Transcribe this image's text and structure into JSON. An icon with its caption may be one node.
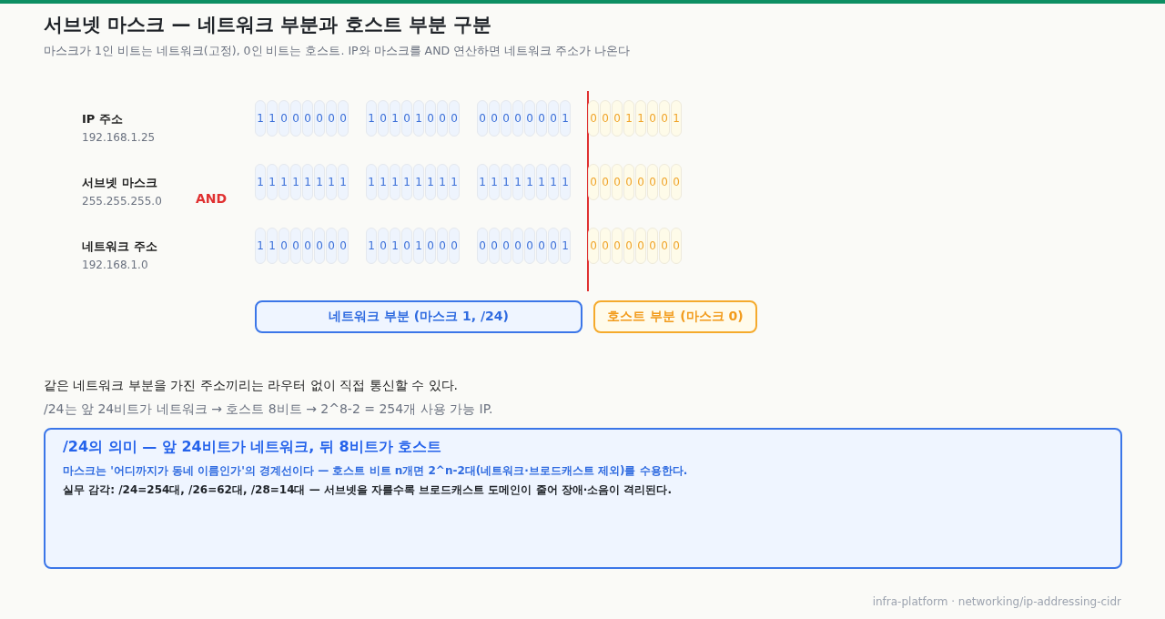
{
  "diagram": {
    "title": "서브넷 마스크 — 네트워크 부분과 호스트 부분 구분",
    "nodes": [
      {
        "text": [
          "1"
        ]
      },
      {
        "text": [
          "1"
        ]
      },
      {
        "text": [
          "0"
        ]
      },
      {
        "text": [
          "0"
        ]
      },
      {
        "text": [
          "0"
        ]
      },
      {
        "text": [
          "0"
        ]
      },
      {
        "text": [
          "0"
        ]
      },
      {
        "text": [
          "0"
        ]
      },
      {
        "text": [
          "1"
        ]
      },
      {
        "text": [
          "0"
        ]
      },
      {
        "text": [
          "1"
        ]
      },
      {
        "text": [
          "0"
        ]
      },
      {
        "text": [
          "1"
        ]
      },
      {
        "text": [
          "0"
        ]
      },
      {
        "text": [
          "0"
        ]
      },
      {
        "text": [
          "0"
        ]
      },
      {
        "text": [
          "0"
        ]
      },
      {
        "text": [
          "0"
        ]
      },
      {
        "text": [
          "0"
        ]
      },
      {
        "text": [
          "0"
        ]
      },
      {
        "text": [
          "0"
        ]
      },
      {
        "text": [
          "0"
        ]
      },
      {
        "text": [
          "0"
        ]
      },
      {
        "text": [
          "1"
        ]
      },
      {
        "text": [
          "0"
        ]
      },
      {
        "text": [
          "0"
        ]
      },
      {
        "text": [
          "0"
        ]
      },
      {
        "text": [
          "1"
        ]
      },
      {
        "text": [
          "1"
        ]
      },
      {
        "text": [
          "0"
        ]
      },
      {
        "text": [
          "0"
        ]
      },
      {
        "text": [
          "1"
        ]
      },
      {
        "text": [
          "1"
        ]
      },
      {
        "text": [
          "1"
        ]
      },
      {
        "text": [
          "1"
        ]
      },
      {
        "text": [
          "1"
        ]
      },
      {
        "text": [
          "1"
        ]
      },
      {
        "text": [
          "1"
        ]
      },
      {
        "text": [
          "1"
        ]
      },
      {
        "text": [
          "1"
        ]
      },
      {
        "text": [
          "1"
        ]
      },
      {
        "text": [
          "1"
        ]
      },
      {
        "text": [
          "1"
        ]
      },
      {
        "text": [
          "1"
        ]
      },
      {
        "text": [
          "1"
        ]
      },
      {
        "text": [
          "1"
        ]
      },
      {
        "text": [
          "1"
        ]
      },
      {
        "text": [
          "1"
        ]
      },
      {
        "text": [
          "1"
        ]
      },
      {
        "text": [
          "1"
        ]
      },
      {
        "text": [
          "1"
        ]
      },
      {
        "text": [
          "1"
        ]
      },
      {
        "text": [
          "1"
        ]
      },
      {
        "text": [
          "1"
        ]
      },
      {
        "text": [
          "1"
        ]
      },
      {
        "text": [
          "1"
        ]
      },
      {
        "text": [
          "0"
        ]
      },
      {
        "text": [
          "0"
        ]
      },
      {
        "text": [
          "0"
        ]
      },
      {
        "text": [
          "0"
        ]
      },
      {
        "text": [
          "0"
        ]
      },
      {
        "text": [
          "0"
        ]
      },
      {
        "text": [
          "0"
        ]
      },
      {
        "text": [
          "0"
        ]
      },
      {
        "text": [
          "1"
        ]
      },
      {
        "text": [
          "1"
        ]
      },
      {
        "text": [
          "0"
        ]
      },
      {
        "text": [
          "0"
        ]
      },
      {
        "text": [
          "0"
        ]
      },
      {
        "text": [
          "0"
        ]
      },
      {
        "text": [
          "0"
        ]
      },
      {
        "text": [
          "0"
        ]
      },
      {
        "text": [
          "1"
        ]
      },
      {
        "text": [
          "0"
        ]
      },
      {
        "text": [
          "1"
        ]
      },
      {
        "text": [
          "0"
        ]
      },
      {
        "text": [
          "1"
        ]
      },
      {
        "text": [
          "0"
        ]
      },
      {
        "text": [
          "0"
        ]
      },
      {
        "text": [
          "0"
        ]
      },
      {
        "text": [
          "0"
        ]
      },
      {
        "text": [
          "0"
        ]
      },
      {
        "text": [
          "0"
        ]
      },
      {
        "text": [
          "0"
        ]
      },
      {
        "text": [
          "0"
        ]
      },
      {
        "text": [
          "0"
        ]
      },
      {
        "text": [
          "0"
        ]
      },
      {
        "text": [
          "1"
        ]
      },
      {
        "text": [
          "0"
        ]
      },
      {
        "text": [
          "0"
        ]
      },
      {
        "text": [
          "0"
        ]
      },
      {
        "text": [
          "0"
        ]
      },
      {
        "text": [
          "0"
        ]
      },
      {
        "text": [
          "0"
        ]
      },
      {
        "text": [
          "0"
        ]
      },
      {
        "text": [
          "0"
        ]
      },
      {
        "text": [
          "네트워크 부분 (마스크 1, /24)"
        ]
      },
      {
        "text": [
          "호스트 부분 (마스크 0)"
        ]
      },
      {
        "text": [
          "/24의 의미 — 앞 24비트가 네트워크, 뒤 8비트가 호스트",
          "마스크는 '어디까지가 동네 이름인가'의 경계선이다 — 호스트 비트 n개면 2^n-2대(네트워크·브로드캐스트 제외)를 수용한다.",
          "실무 감각: /24=254대, /26=62대, /28=14대 — 서브넷을 자를수록 브로드캐스트 도메인이 줄어 장애·소음이 격리된다."
        ]
      }
    ],
    "edges": [],
    "labels": [
      "마스크가 1인 비트는 네트워크(고정), 0인 비트는 호스트. IP와 마스크를 AND 연산하면 네트워크 주소가 나온다",
      "IP 주소",
      "192.168.1.25",
      "서브넷 마스크",
      "255.255.255.0",
      "AND",
      "네트워크 주소",
      "192.168.1.0",
      "같은 네트워크 부분을 가진 주소끼리는 라우터 없이 직접 통신할 수 있다.",
      "/24는 앞 24비트가 네트워크 → 호스트 8비트 → 2^8-2 = 254개 사용 가능 IP.",
      "infra-platform · networking/ip-addressing-cidr"
    ]
  }
}
